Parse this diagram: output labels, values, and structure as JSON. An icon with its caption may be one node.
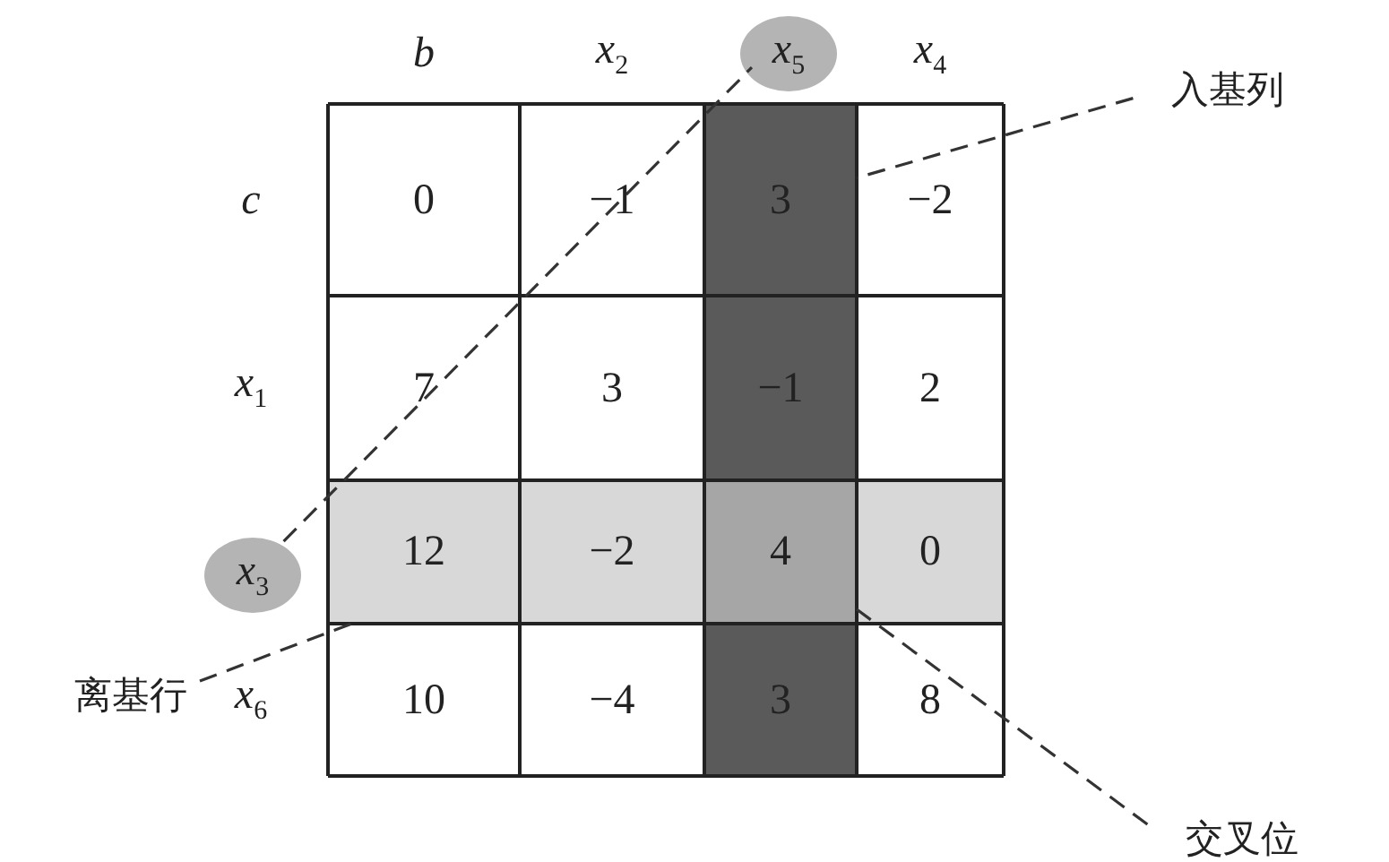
{
  "diagram": {
    "nodes": [
      {
        "text": [
          "x$_{5}$"
        ]
      },
      {
        "text": [
          "x$_{3}$"
        ]
      },
      {
        "text": [
          "入基列"
        ]
      },
      {
        "text": [
          "离基行"
        ]
      },
      {
        "text": [
          "交叉位"
        ]
      },
      {
        "text": [],
        "shape": "bar"
      },
      {
        "text": [],
        "shape": "bar"
      },
      {
        "text": [
          "4"
        ]
      }
    ],
    "edges": [
      {
        "from": 1,
        "to": 0,
        "arrow": "none",
        "style": "dashed"
      },
      {
        "from": 2,
        "to": 5,
        "arrow": "none",
        "style": "dashed"
      },
      {
        "from": 3,
        "to": 6,
        "arrow": "none",
        "style": "dashed"
      },
      {
        "from": 4,
        "to": 7,
        "arrow": "none",
        "style": "dashed"
      }
    ],
    "labels": [
      "b",
      "x$_{2}$",
      "x$_{4}$",
      "c",
      "0",
      "−1",
      "3",
      "−2",
      "x$_{1}$",
      "7",
      "3",
      "−1",
      "2",
      "12",
      "−2",
      "0",
      "x$_{6}$",
      "10",
      "−4",
      "3",
      "8"
    ]
  }
}
